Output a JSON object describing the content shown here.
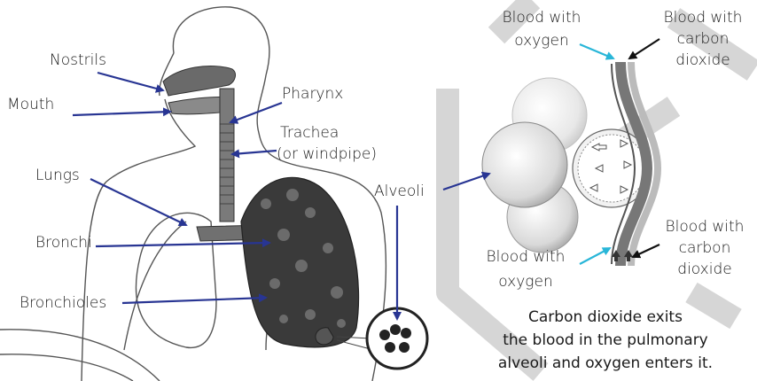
{
  "labels": {
    "nostrils": "Nostrils",
    "mouth": "Mouth",
    "pharynx": "Pharynx",
    "trachea_line1": "Trachea",
    "trachea_line2": "(or windpipe)",
    "lungs": "Lungs",
    "bronchi": "Bronchi",
    "bronchioles": "Bronchioles",
    "alveoli": "Alveoli",
    "blood_oxygen_top_line1": "Blood with",
    "blood_oxygen_top_line2": "oxygen",
    "blood_co2_top_line1": "Blood with",
    "blood_co2_top_line2": "carbon",
    "blood_co2_top_line3": "dioxide",
    "blood_oxygen_bottom_line1": "Blood with",
    "blood_oxygen_bottom_line2": "oxygen",
    "blood_co2_bottom_line1": "Blood with",
    "blood_co2_bottom_line2": "carbon",
    "blood_co2_bottom_line3": "dioxide"
  },
  "caption": {
    "line1": "Carbon dioxide exits",
    "line2": "the blood in the pulmonary",
    "line3": "alveoli and oxygen enters it."
  },
  "colors": {
    "arrow_navy": "#283593",
    "arrow_cyan": "#29b6d8",
    "arrow_black": "#111111",
    "outline": "#555555",
    "background_shape": "#d6d6d6"
  }
}
